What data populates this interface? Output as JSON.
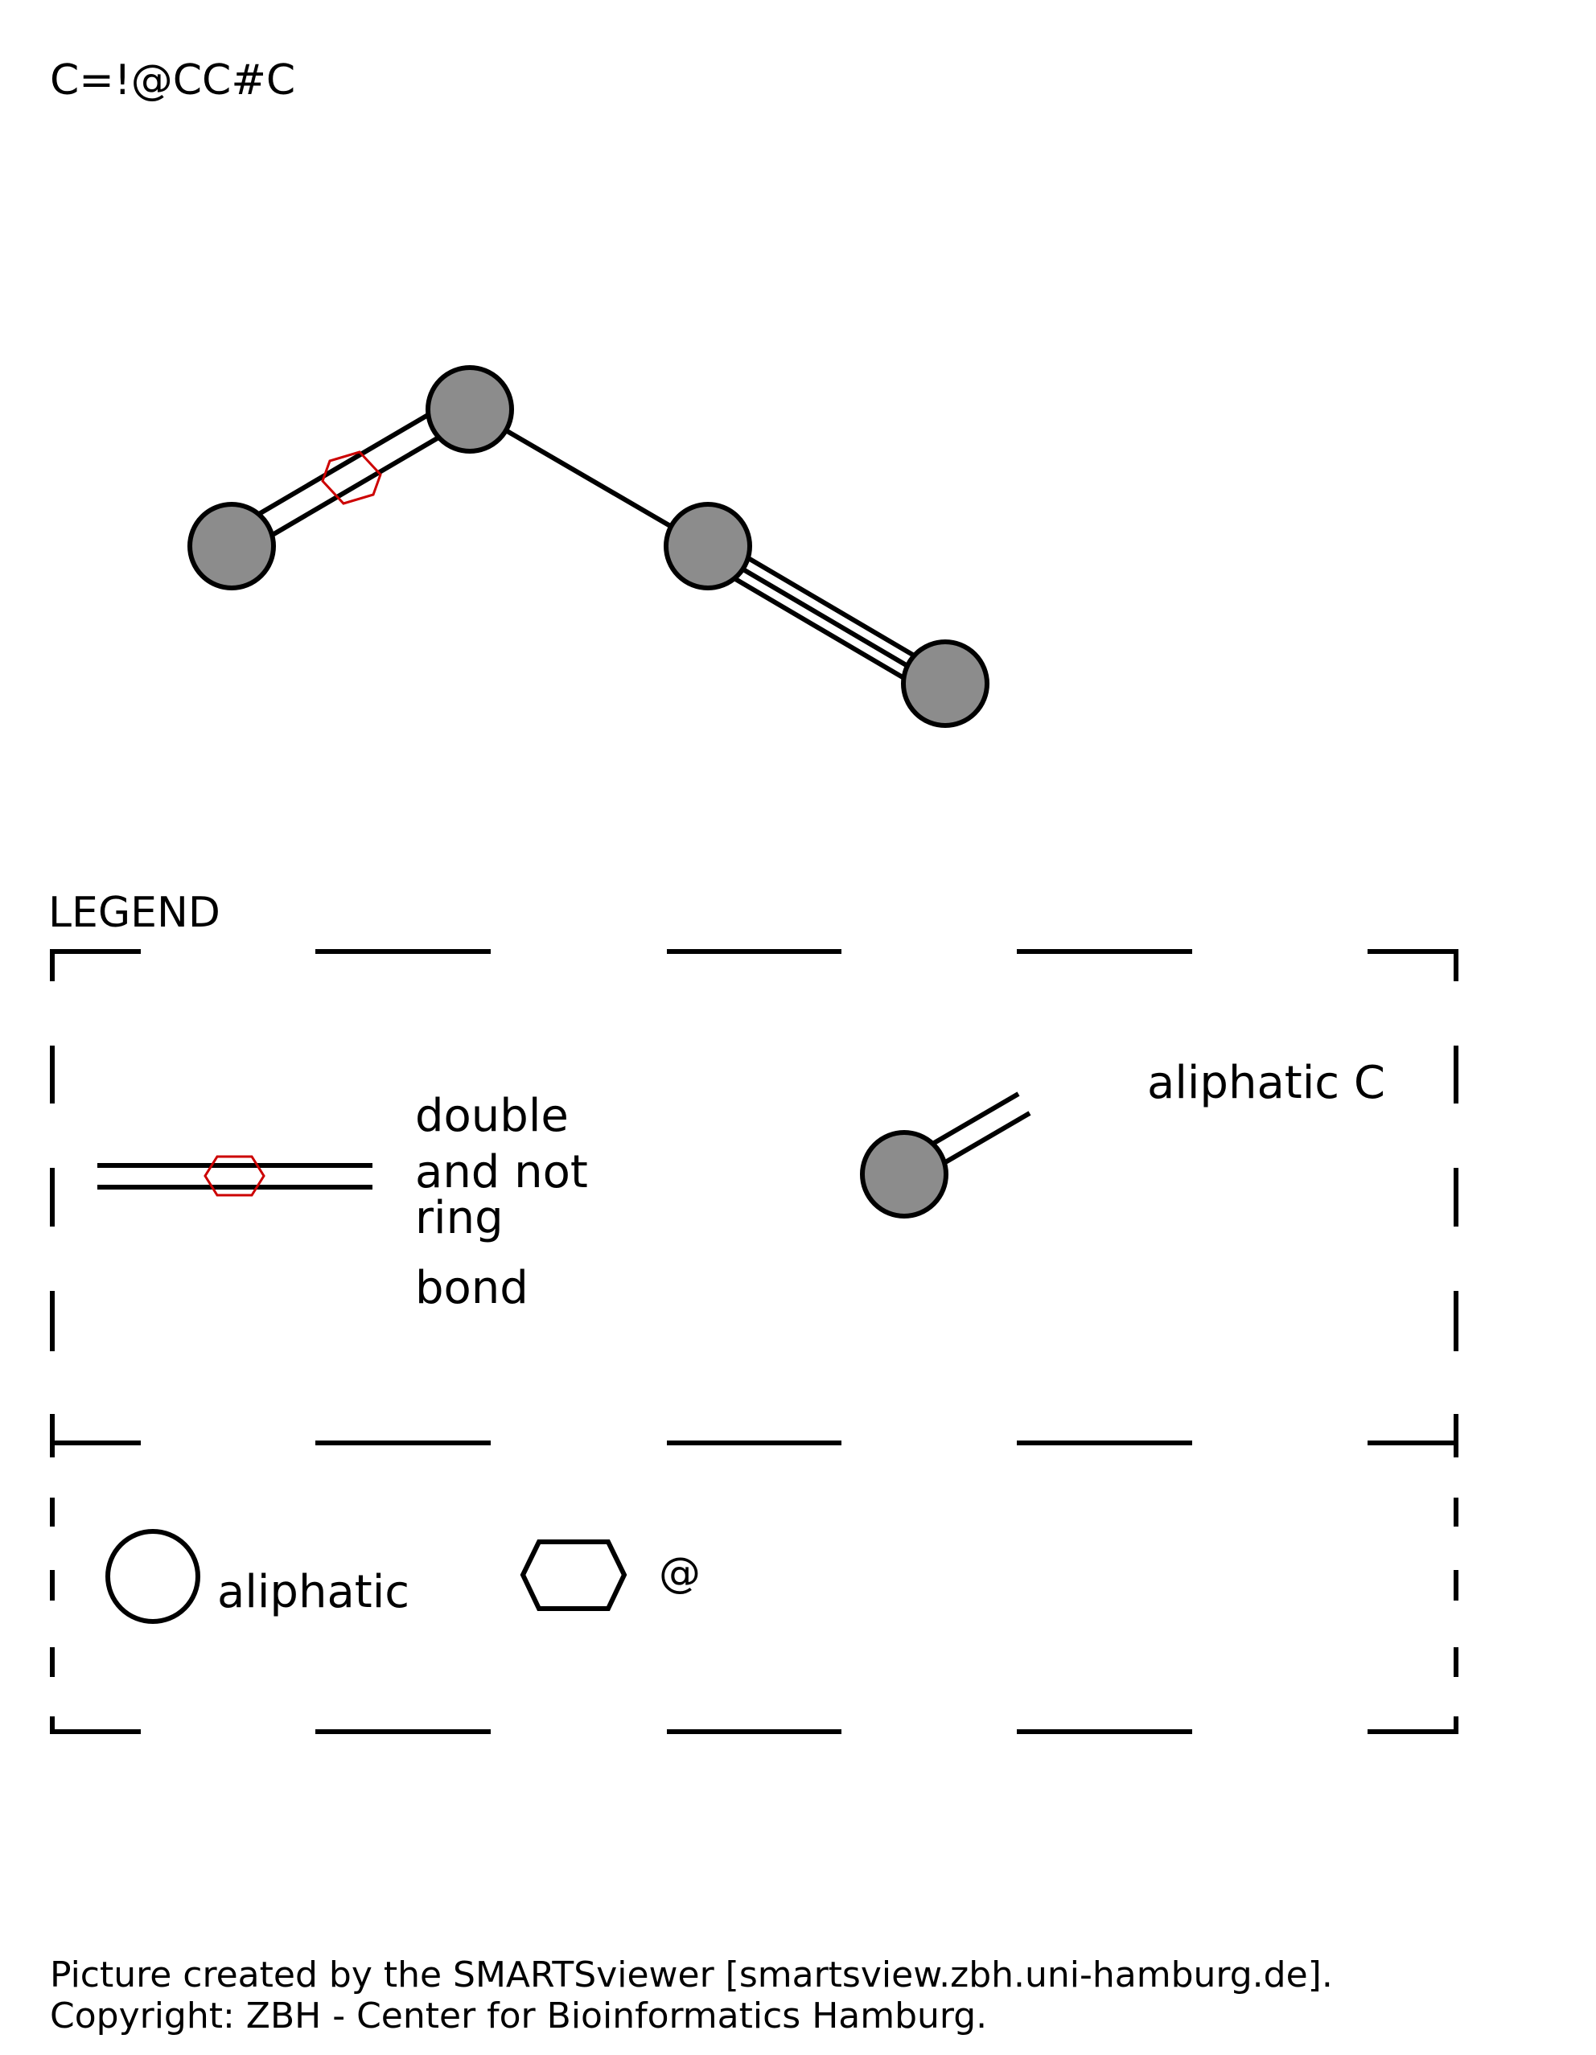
{
  "smarts": "C=!@CC#C",
  "legend": {
    "title": "LEGEND",
    "bond_label_lines": [
      "double",
      "and not",
      "ring",
      "bond"
    ],
    "atom_label": "aliphatic C",
    "shape_aliphatic_label": "aliphatic",
    "shape_ring_label": "@"
  },
  "footer": {
    "line1": "Picture created by the SMARTSviewer [smartsview.zbh.uni-hamburg.de].",
    "line2": "Copyright: ZBH - Center for Bioinformatics Hamburg."
  },
  "colors": {
    "atom_fill": "#8c8c8c",
    "stroke": "#000000",
    "ring_marker": "#cc0000"
  }
}
